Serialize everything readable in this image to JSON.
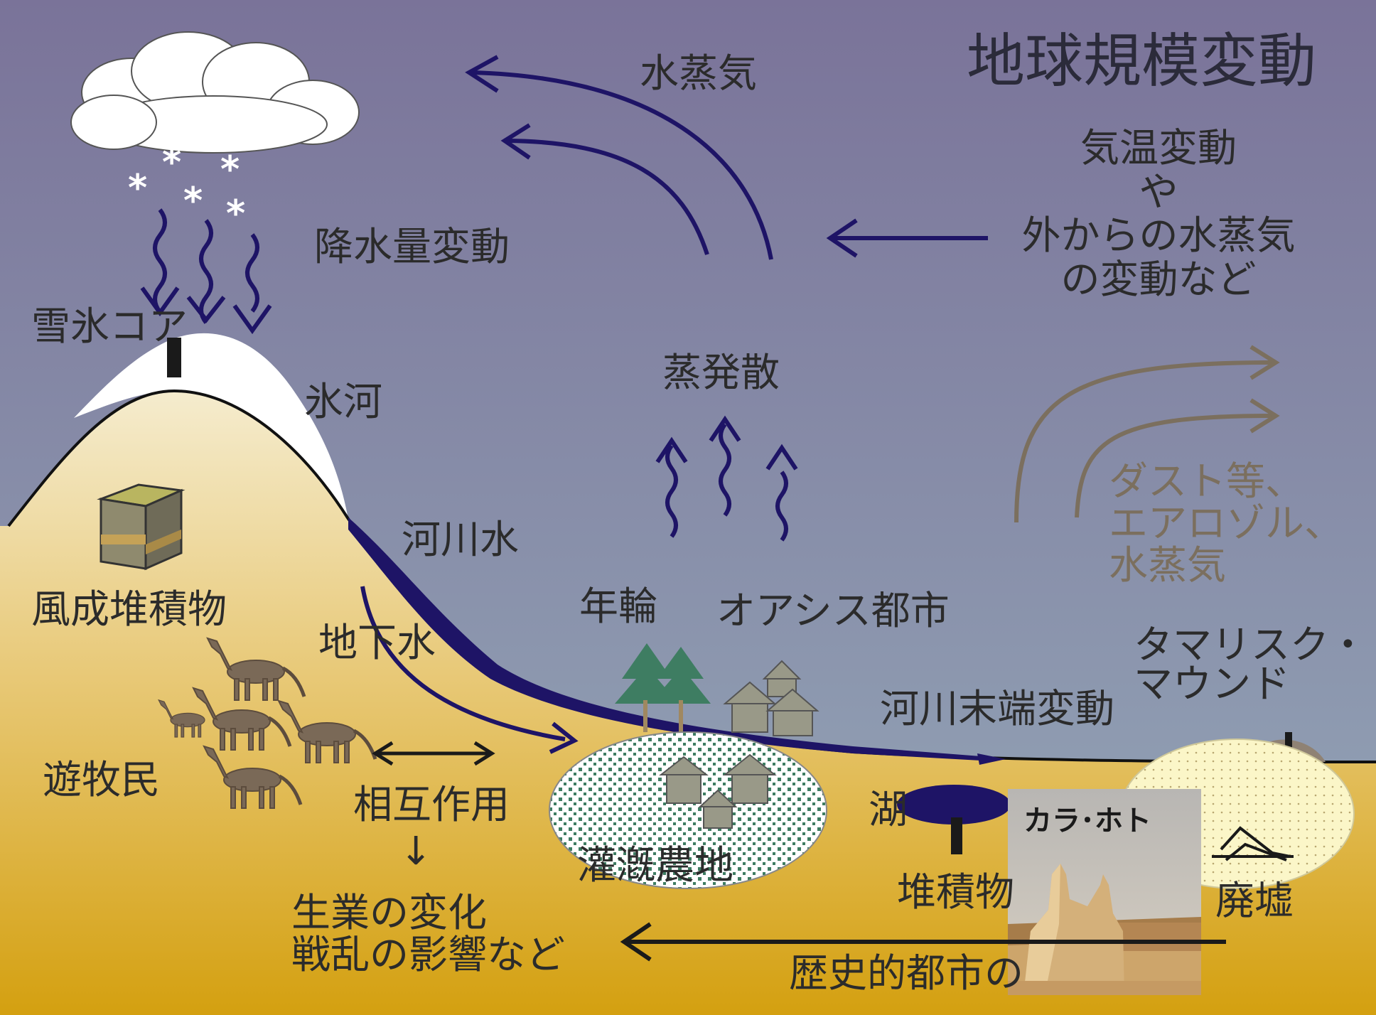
{
  "title": "地球規模変動",
  "labels": {
    "water_vapor_top": "水蒸気",
    "temperature_change": [
      "気温変動",
      "や",
      "外からの水蒸気",
      "の変動など"
    ],
    "precipitation_change": "降水量変動",
    "ice_core": "雪氷コア",
    "glacier": "氷河",
    "evapotranspiration": "蒸発散",
    "river_water": "河川水",
    "eolian_deposits": "風成堆積物",
    "groundwater": "地下水",
    "tree_rings": "年輪",
    "oasis_city": "オアシス都市",
    "dust_aerosol": [
      "ダスト等、",
      "エアロゾル、",
      "水蒸気"
    ],
    "tamarisk_mound": [
      "タマリスク・",
      "マウンド"
    ],
    "river_terminal_change": "河川末端変動",
    "nomads": "遊牧民",
    "interaction": "相互作用",
    "down_arrow": "↓",
    "livelihood_change": [
      "生業の変化",
      "戦乱の影響など"
    ],
    "irrigated_farmland": "灌漑農地",
    "lake": "湖",
    "sediments": "堆積物",
    "ruins": "廃墟",
    "historical_city": "歴史的都市の",
    "khara_khoto": "カラ･ホト"
  },
  "colors": {
    "sky_top": "#7a7399",
    "sky_bottom": "#95a9b9",
    "ground_top": "#f5ecce",
    "ground_bottom": "#d4a010",
    "arrow_navy": "#1e1466",
    "dust_brown": "#7b6f5e",
    "tree_green": "#3e7d62",
    "house_gray": "#999988"
  }
}
